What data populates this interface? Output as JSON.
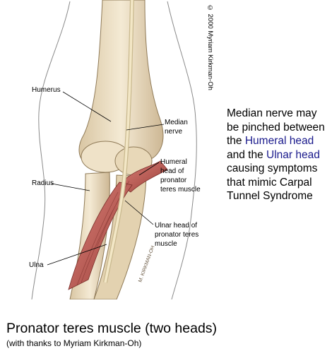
{
  "copyright": "© 2000 Myriam Kirkman-Oh",
  "illustration": {
    "labels": {
      "humerus": "Humerus",
      "median_nerve_line1": "Median",
      "median_nerve_line2": "nerve",
      "humeral_head_line1": "Humeral",
      "humeral_head_line2": "head of",
      "humeral_head_line3": "pronator",
      "humeral_head_line4": "teres muscle",
      "radius": "Radius",
      "ulnar_head_line1": "Ulnar head of",
      "ulnar_head_line2": "pronator teres",
      "ulnar_head_line3": "muscle",
      "ulna": "Ulna"
    },
    "signature": "M. KIRKMAN-OH"
  },
  "side_note": {
    "part1": "Median nerve may be pinched between the ",
    "highlight1": "Humeral head",
    "part2": " and the ",
    "highlight2": "Ulnar head",
    "part3": " causing symptoms that mimic Carpal Tunnel Syndrome"
  },
  "caption": {
    "title": "Pronator teres muscle (two heads)",
    "subtitle": "(with thanks to Myriam Kirkman-Oh)"
  },
  "colors": {
    "bone": "#efe2c8",
    "bone_shadow": "#cdb794",
    "muscle": "#c8665e",
    "muscle_dark": "#9c3f3a",
    "nerve": "#f3e7c6",
    "highlight_text": "#1a1a8c"
  }
}
